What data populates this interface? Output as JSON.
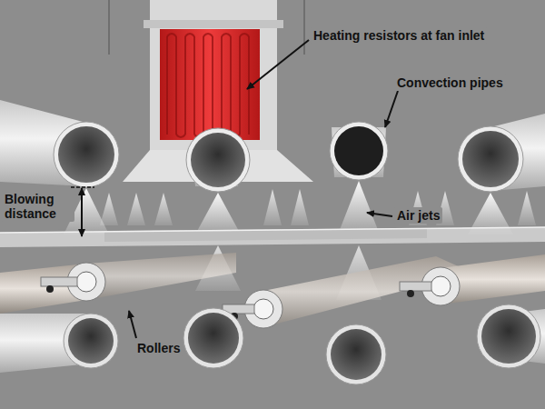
{
  "diagram": {
    "labels": [
      "Heating resistors at fan inlet",
      "Convection pipes",
      "Blowing distance",
      "Air jets",
      "Rollers"
    ]
  }
}
